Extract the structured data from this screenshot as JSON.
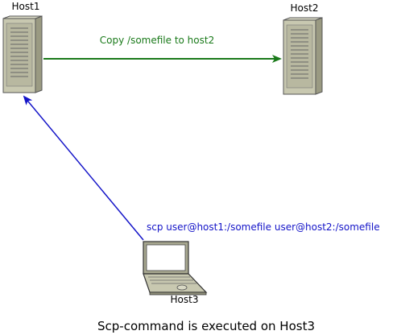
{
  "diagram": {
    "nodes": {
      "host1": {
        "label": "Host1",
        "icon": "server-tower-icon"
      },
      "host2": {
        "label": "Host2",
        "icon": "server-tower-icon"
      },
      "host3": {
        "label": "Host3",
        "icon": "laptop-icon"
      }
    },
    "edges": {
      "copy": {
        "label": "Copy /somefile to host2",
        "color": "#1a7a1a"
      },
      "scp": {
        "label": "scp user@host1:/somefile user@host2:/somefile",
        "color": "#1414c8"
      }
    },
    "caption": "Scp-command is executed on Host3"
  }
}
